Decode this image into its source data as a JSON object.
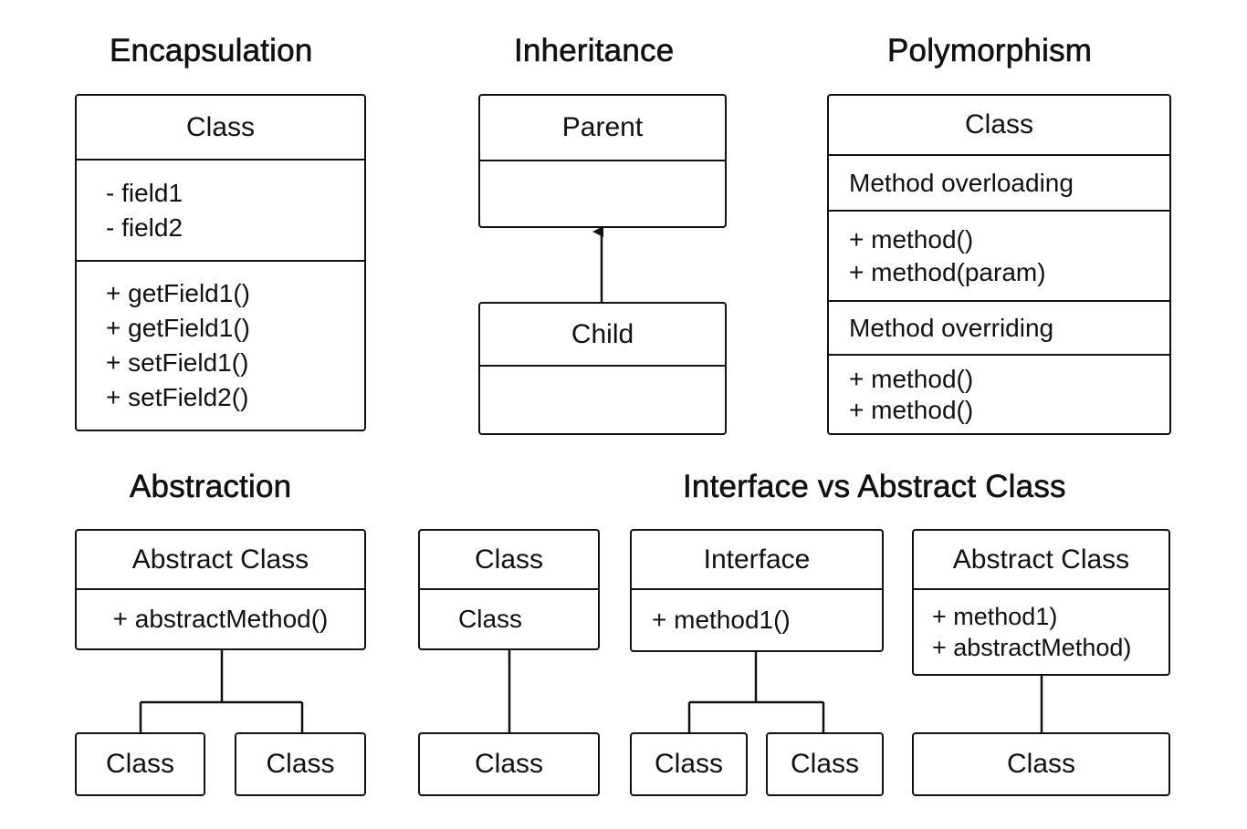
{
  "titles": {
    "encapsulation": "Encapsulation",
    "inheritance": "Inheritance",
    "polymorphism": "Polymorphism",
    "abstraction": "Abstraction",
    "interface_vs_abstract": "Interface vs Abstract Class"
  },
  "encapsulation": {
    "class_name": "Class",
    "fields": [
      "- field1",
      "- field2"
    ],
    "methods": [
      "+ getField1()",
      "+ getField1()",
      "+ setField1()",
      "+ setField2()"
    ]
  },
  "inheritance": {
    "parent": "Parent",
    "child": "Child"
  },
  "polymorphism": {
    "class_name": "Class",
    "overloading_label": "Method overloading",
    "overloading_methods": [
      "+ method()",
      "+ method(param)"
    ],
    "overriding_label": "Method overriding",
    "overriding_methods": [
      "+ method()",
      "+ method()"
    ]
  },
  "abstraction": {
    "abstract_class": "Abstract Class",
    "abstract_method": "+ abstractMethod()",
    "children": [
      "Class",
      "Class"
    ]
  },
  "interface_vs_abstract": {
    "class_box": {
      "name": "Class",
      "body": "Class",
      "child": "Class"
    },
    "interface_box": {
      "name": "Interface",
      "method": "+ method1()",
      "children": [
        "Class",
        "Class"
      ]
    },
    "abstract_box": {
      "name": "Abstract Class",
      "methods": [
        "+ method1)",
        "+ abstractMethod)"
      ],
      "child": "Class"
    }
  }
}
